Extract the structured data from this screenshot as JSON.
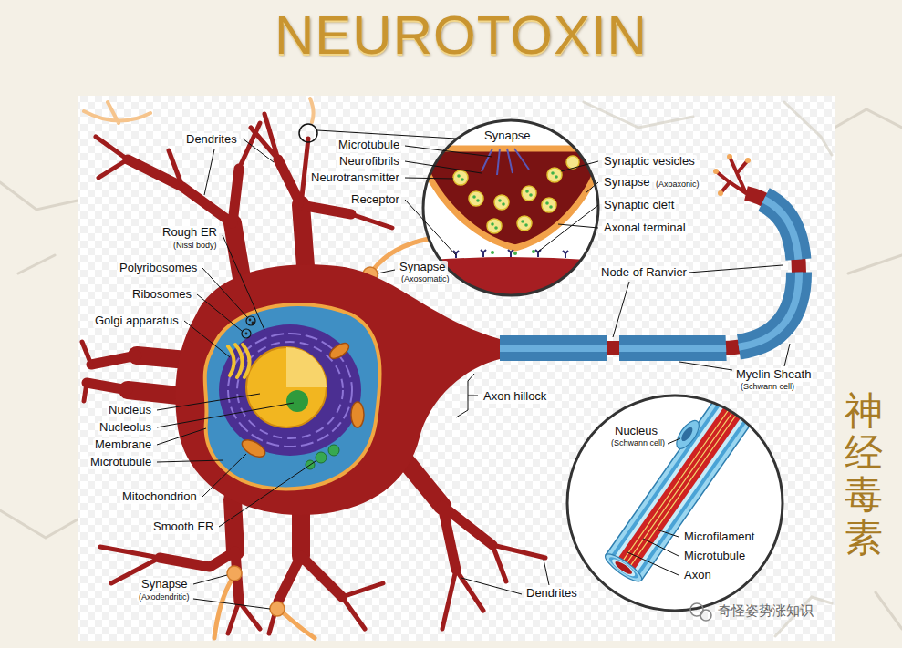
{
  "diagram": {
    "title": "NEUROTOXIN",
    "labels": [
      "Dendrites",
      "Microtubule",
      "Neurofibrils",
      "Neurotransmitter",
      "Receptor",
      "Synapse",
      "Synaptic vesicles",
      "Synapse",
      "(Axoaxonic)",
      "Synaptic cleft",
      "Axonal terminal",
      "Rough ER",
      "(Nissl body)",
      "Polyribosomes",
      "Synapse",
      "(Axosomatic)",
      "Ribosomes",
      "Node of Ranvier",
      "Golgi apparatus",
      "Nucleus",
      "Nucleolus",
      "Membrane",
      "Microtubule",
      "Axon hillock",
      "Myelin Sheath",
      "(Schwann cell)",
      "Nucleus",
      "(Schwann cell)",
      "Mitochondrion",
      "Smooth ER",
      "Microfilament",
      "Microtubule",
      "Axon",
      "Synapse",
      "(Axodendritic)",
      "Dendrites",
      "神经毒素",
      "奇怪姿势涨知识"
    ]
  }
}
